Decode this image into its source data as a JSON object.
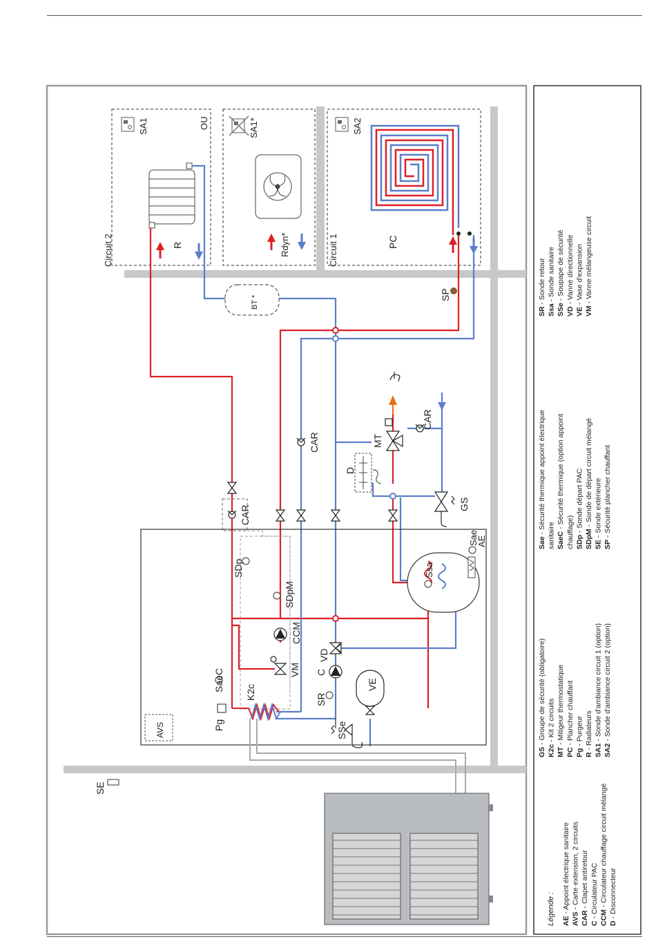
{
  "colors": {
    "hot": "#dd1f26",
    "cold": "#5b7ec9",
    "dhw": "#e8701a",
    "wall": "#c8c8c8",
    "unit": "#b9bcc0"
  },
  "rooms": {
    "circuit2_label": "Circuit 2",
    "circuit1_label": "Circuit 1",
    "ou": "OU",
    "r": "R",
    "rdyn": "Rdyn*",
    "pc": "PC",
    "sa1": "SA1",
    "sa1star": "SA1*",
    "sa2": "SA2"
  },
  "labels": {
    "bt": "BT *",
    "sp": "SP",
    "car1": "CAR",
    "car2": "CAR",
    "car3": "CAR",
    "d": "D",
    "mt": "MT",
    "gs": "GS",
    "sdp": "SDp",
    "sdpm": "SDpM",
    "saec": "SaeC",
    "k2c": "K2c",
    "ccm": "CCM",
    "vm": "VM",
    "c": "C",
    "vd": "VD",
    "sr": "SR",
    "ve": "VE",
    "sse": "SSe",
    "pg": "Pg",
    "avs": "AVS",
    "ssa": "Ssa",
    "sae": "Sae",
    "ae": "AE",
    "se": "SE"
  },
  "legend": {
    "title": "Légende :",
    "col1": [
      {
        "code": "AE",
        "text": " - Appoint électrique sanitaire"
      },
      {
        "code": "AVS",
        "text": " - Carte extension, 2 circuits"
      },
      {
        "code": "CAR",
        "text": " - Clapet antiretour"
      },
      {
        "code": "C",
        "text": " - Circulateur PAC"
      },
      {
        "code": "CCM",
        "text": " - Circulateur chauffage circuit mélangé"
      },
      {
        "code": "D",
        "text": " - Disconnecteur"
      }
    ],
    "col2": [
      {
        "code": "GS",
        "text": " - Groupe de sécurité (obligatoire)"
      },
      {
        "code": "K2c",
        "text": " - Kit 2 circuits"
      },
      {
        "code": "MT",
        "text": " - Mitigeur thermostatique"
      },
      {
        "code": "PC",
        "text": " - Plancher chauffant"
      },
      {
        "code": "Pg",
        "text": " - Purgeur"
      },
      {
        "code": "R",
        "text": " - Radiateurs"
      },
      {
        "code": "SA1",
        "text": " - Sonde d'ambiance circuit 1 (option)"
      },
      {
        "code": "SA2",
        "text": " - Sonde d'ambiance circuit 2 (option)"
      }
    ],
    "col3": [
      {
        "code": "Sae",
        "text": " - Sécurité thermique appoint électrique"
      },
      {
        "code": "",
        "text": "sanitaire"
      },
      {
        "code": "SaeC",
        "text": " - Sécurité thermique (option appoint"
      },
      {
        "code": "",
        "text": "chauffage)"
      },
      {
        "code": "SDp",
        "text": " - Sonde départ PAC"
      },
      {
        "code": "SDpM",
        "text": " - Sonde de départ circuit mélangé"
      },
      {
        "code": "SE",
        "text": " - Sonde extérieure"
      },
      {
        "code": "SP",
        "text": " - Sécurité plancher chauffant"
      }
    ],
    "col4": [
      {
        "code": "SR",
        "text": " - Sonde retour"
      },
      {
        "code": "Ssa",
        "text": " - Sonde sanitaire"
      },
      {
        "code": "SSe",
        "text": " - Soupape de sécurité"
      },
      {
        "code": "VD",
        "text": " - Vanne directionnelle"
      },
      {
        "code": "VE",
        "text": " - Vase d'expansion"
      },
      {
        "code": "VM",
        "text": " - Vanne mélangeuse circuit"
      }
    ]
  }
}
